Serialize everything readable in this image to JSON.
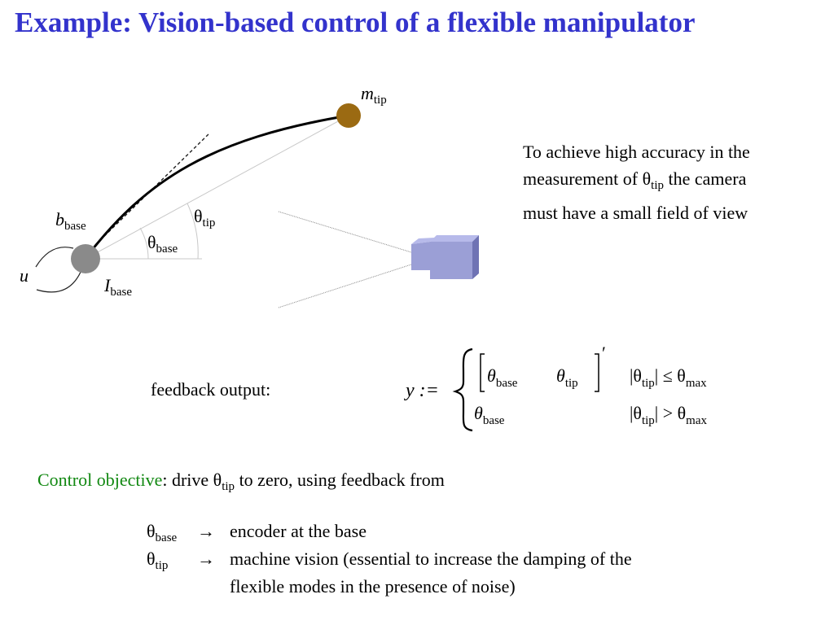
{
  "title": "Example: Vision-based control of a flexible manipulator",
  "diagram": {
    "label_m": "m",
    "label_m_sub": "tip",
    "label_b": "b",
    "label_b_sub": "base",
    "label_u": "u",
    "label_I": "I",
    "label_I_sub": "base",
    "label_theta_tip": "θ",
    "label_theta_tip_sub": "tip",
    "label_theta_base": "θ",
    "label_theta_base_sub": "base",
    "colors": {
      "tip_mass": "#9b6a12",
      "base_joint": "#8a8a8a",
      "camera": "#9b9fd6",
      "camera_dark": "#6f73b4"
    }
  },
  "note": {
    "line1": "To achieve high accuracy in the",
    "line2_pre": "measurement of θ",
    "line2_sub": "tip",
    "line2_post": " the camera",
    "line3": "must have a small field of view"
  },
  "feedback_label": "feedback output:",
  "formula": {
    "lhs": "y :=",
    "row1_vec_a": "θ",
    "row1_vec_a_sub": "base",
    "row1_vec_b": "θ",
    "row1_vec_b_sub": "tip",
    "row1_prime": "′",
    "row1_cond": "|θ",
    "row1_cond_sub": "tip",
    "row1_cond_post": "| ≤ θ",
    "row1_cond_max": "max",
    "row2_val": "θ",
    "row2_val_sub": "base",
    "row2_cond": "|θ",
    "row2_cond_sub": "tip",
    "row2_cond_post": "| > θ",
    "row2_cond_max": "max"
  },
  "objective": {
    "highlight": "Control objective",
    "text_pre": ": drive θ",
    "text_sub": "tip",
    "text_post": " to zero, using feedback from",
    "highlight_color": "#118811"
  },
  "list": [
    {
      "sym": "θ",
      "sub": "base",
      "arrow": "→",
      "desc": "encoder at the base"
    },
    {
      "sym": "θ",
      "sub": "tip",
      "arrow": "→",
      "desc": "machine vision (essential to increase the damping of the"
    },
    {
      "desc": "flexible modes in the presence of noise)"
    }
  ]
}
